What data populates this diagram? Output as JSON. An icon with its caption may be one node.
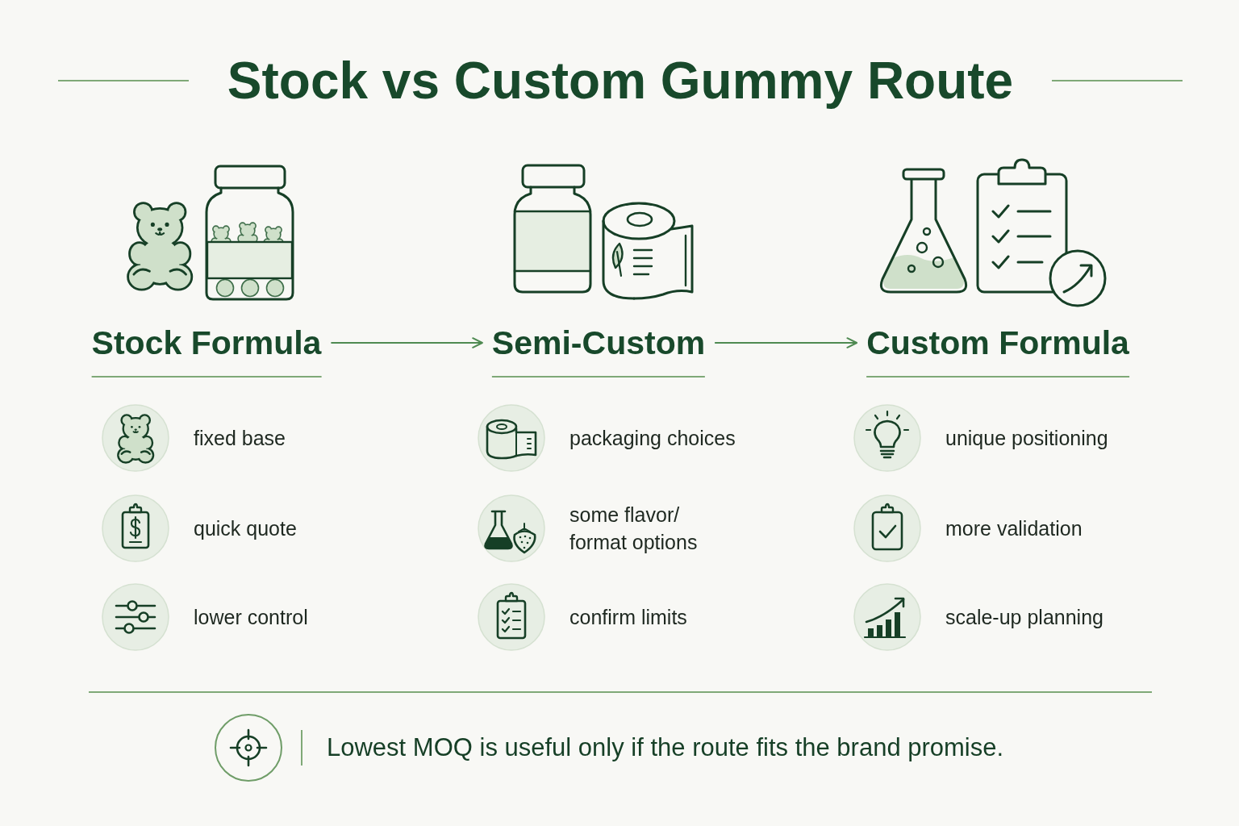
{
  "diagram": {
    "title": "Stock vs Custom Gummy Route",
    "nodes": [
      {
        "text": [
          "Stock Formula"
        ]
      },
      {
        "text": [
          "Semi-Custom"
        ]
      },
      {
        "text": [
          "Custom Formula"
        ]
      }
    ],
    "edges": [
      {
        "from": 0,
        "to": 1,
        "arrow": "to"
      },
      {
        "from": 1,
        "to": 2,
        "arrow": "to"
      }
    ],
    "labels": [
      "fixed base",
      "quick quote",
      "lower control",
      "packaging choices",
      "some flavor/ format options",
      "confirm limits",
      "unique positioning",
      "more validation",
      "scale-up planning"
    ],
    "caption": "Lowest MOQ is useful only if the route fits the brand promise."
  }
}
